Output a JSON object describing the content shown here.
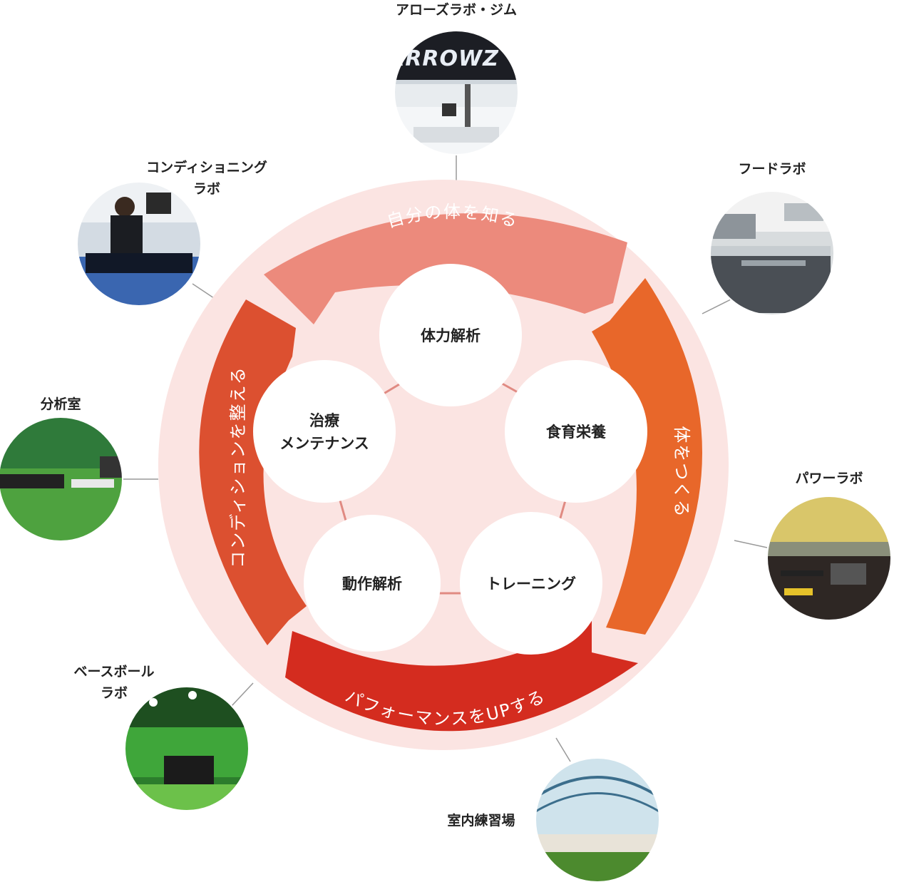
{
  "arrows": {
    "top": "自分の体を知る",
    "right": "体をつくる",
    "bottom": "パフォーマンスをUPする",
    "left": "コンディションを整える"
  },
  "inner": {
    "top": "体力解析",
    "right": "食育栄養",
    "bottom_right": "トレーニング",
    "bottom_left": "動作解析",
    "left_line1": "治療",
    "left_line2": "メンテナンス"
  },
  "facilities": {
    "arrowz": "アローズラボ・ジム",
    "arrowz_logo": "ARROWZ",
    "food": "フードラボ",
    "power": "パワーラボ",
    "indoor": "室内練習場",
    "baseball_line1": "ベースボール",
    "baseball_line2": "ラボ",
    "analysis": "分析室",
    "conditioning_line1": "コンディショニング",
    "conditioning_line2": "ラボ"
  },
  "colors": {
    "ring_bg": "#fbe4e2",
    "arrow_top": "#ec8a7c",
    "arrow_right": "#e8672a",
    "arrow_bottom": "#d42c1f",
    "arrow_left": "#dc5030",
    "connector": "#e08a82"
  }
}
